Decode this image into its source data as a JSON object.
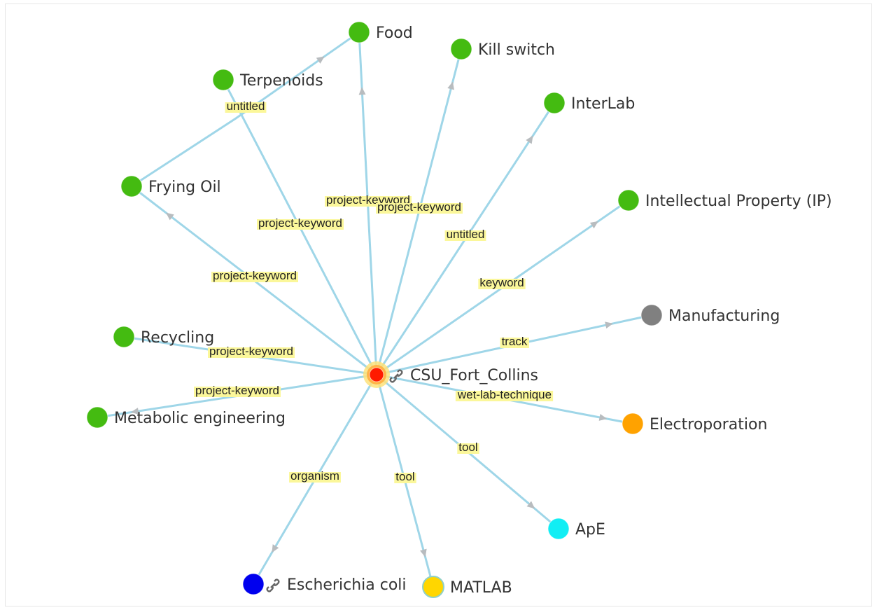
{
  "graph": {
    "nodes": [
      {
        "id": "csu",
        "label": "CSU_Fort_Collins",
        "color": "#ff1a00",
        "link_icon": true,
        "focused": true
      },
      {
        "id": "food",
        "label": "Food",
        "color": "#44bb11"
      },
      {
        "id": "kill",
        "label": "Kill switch",
        "color": "#44bb11"
      },
      {
        "id": "terp",
        "label": "Terpenoids",
        "color": "#44bb11"
      },
      {
        "id": "interlab",
        "label": "InterLab",
        "color": "#44bb11"
      },
      {
        "id": "frying",
        "label": "Frying Oil",
        "color": "#44bb11"
      },
      {
        "id": "ip",
        "label": "Intellectual Property (IP)",
        "color": "#44bb11"
      },
      {
        "id": "manuf",
        "label": "Manufacturing",
        "color": "#808080"
      },
      {
        "id": "recyc",
        "label": "Recycling",
        "color": "#44bb11"
      },
      {
        "id": "electro",
        "label": "Electroporation",
        "color": "#ffa200"
      },
      {
        "id": "metab",
        "label": "Metabolic engineering",
        "color": "#44bb11"
      },
      {
        "id": "ape",
        "label": "ApE",
        "color": "#11eef4"
      },
      {
        "id": "ecoli",
        "label": "Escherichia coli",
        "color": "#0000ee",
        "link_icon": true
      },
      {
        "id": "matlab",
        "label": "MATLAB",
        "color": "#ffd600"
      }
    ],
    "edges": [
      {
        "from": "csu",
        "to": "food",
        "label": "project-keyword"
      },
      {
        "from": "csu",
        "to": "kill",
        "label": "project-keyword"
      },
      {
        "from": "csu",
        "to": "terp",
        "label": "project-keyword"
      },
      {
        "from": "csu",
        "to": "interlab",
        "label": "untitled"
      },
      {
        "from": "csu",
        "to": "frying",
        "label": "project-keyword"
      },
      {
        "from": "csu",
        "to": "ip",
        "label": "keyword"
      },
      {
        "from": "csu",
        "to": "manuf",
        "label": "track"
      },
      {
        "from": "csu",
        "to": "recyc",
        "label": "project-keyword"
      },
      {
        "from": "csu",
        "to": "electro",
        "label": "wet-lab-technique"
      },
      {
        "from": "csu",
        "to": "metab",
        "label": "project-keyword"
      },
      {
        "from": "csu",
        "to": "ape",
        "label": "tool"
      },
      {
        "from": "csu",
        "to": "ecoli",
        "label": "organism"
      },
      {
        "from": "csu",
        "to": "matlab",
        "label": "tool"
      },
      {
        "from": "frying",
        "to": "food",
        "label": "untitled"
      }
    ]
  }
}
